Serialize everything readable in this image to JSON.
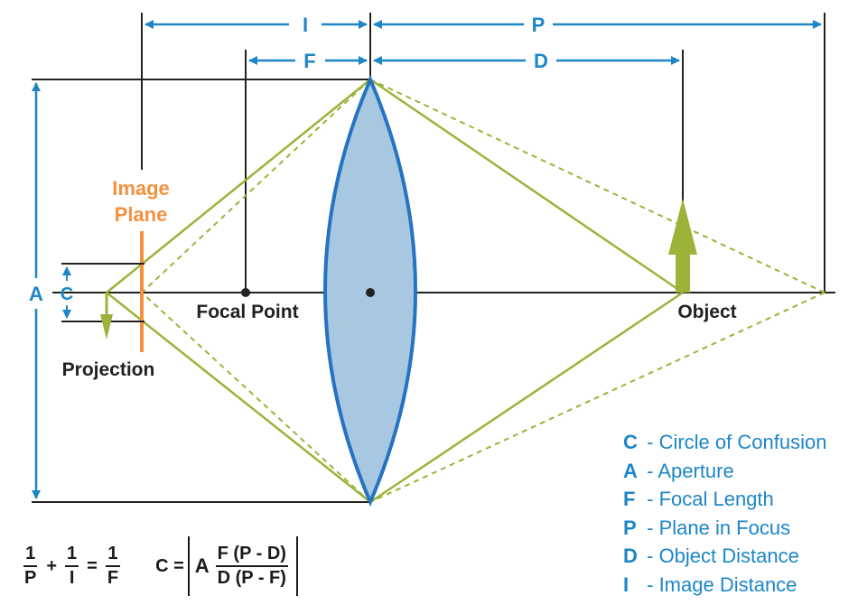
{
  "labels": {
    "image_distance": "I",
    "plane_in_focus": "P",
    "focal_length": "F",
    "object_distance": "D",
    "aperture": "A",
    "circle_of_confusion": "C",
    "image_plane_line1": "Image",
    "image_plane_line2": "Plane",
    "focal_point": "Focal Point",
    "object": "Object",
    "projection": "Projection"
  },
  "legend": [
    {
      "key": "C",
      "text": "- Circle of Confusion"
    },
    {
      "key": "A",
      "text": "- Aperture"
    },
    {
      "key": "F",
      "text": "- Focal Length"
    },
    {
      "key": "P",
      "text": "- Plane in Focus"
    },
    {
      "key": "D",
      "text": "- Object Distance"
    },
    {
      "key": "I",
      "text": "- Image Distance"
    }
  ],
  "formula1": {
    "t1_num": "1",
    "t1_den": "P",
    "plus": "+",
    "t2_num": "1",
    "t2_den": "I",
    "eq": "=",
    "t3_num": "1",
    "t3_den": "F"
  },
  "formula2": {
    "lhs": "C =",
    "a": "A",
    "f_pd": "F (P - D)",
    "d_pf": "D (P - F)"
  },
  "colors": {
    "blue": "#1d86c8",
    "lens_blue": "#2673c0",
    "lens_fill": "#a8c8e2",
    "green": "#9cb33a",
    "orange": "#f5913e",
    "dark": "#222222"
  }
}
